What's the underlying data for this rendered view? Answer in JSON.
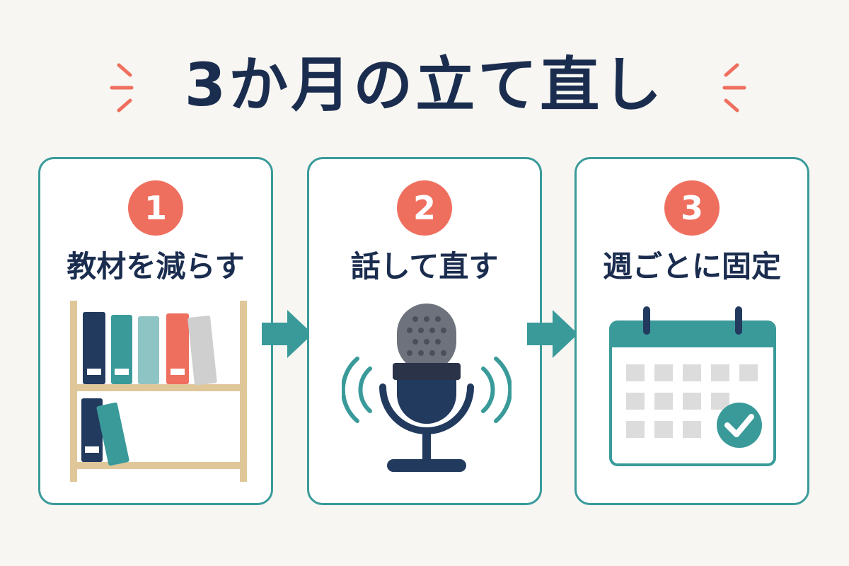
{
  "title": "3か月の立て直し",
  "steps": [
    {
      "number": "1",
      "label": "教材を減らす",
      "icon": "bookshelf-icon"
    },
    {
      "number": "2",
      "label": "話して直す",
      "icon": "microphone-icon"
    },
    {
      "number": "3",
      "label": "週ごとに固定",
      "icon": "calendar-check-icon"
    }
  ],
  "colors": {
    "navy": "#1b2d4f",
    "teal": "#3a9a9a",
    "coral": "#ef6f5e",
    "background": "#f7f6f2"
  }
}
